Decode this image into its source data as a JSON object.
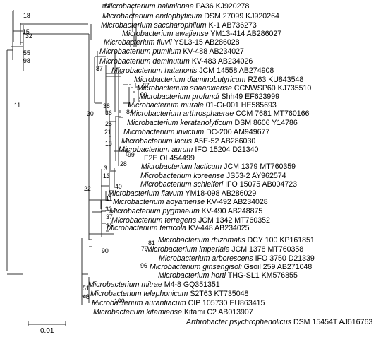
{
  "figure": {
    "type": "phylogenetic-tree",
    "scale_bar_label": "0.01"
  },
  "taxa": [
    {
      "genus": "Microbacterium",
      "species": "halimionae",
      "strain": "PA36 KJ920278"
    },
    {
      "genus": "Microbacterium",
      "species": "endophyticum",
      "strain": "DSM 27099 KJ920264"
    },
    {
      "genus": "Microbacterium",
      "species": "saccharophilum",
      "strain": "K-1 AB736273"
    },
    {
      "genus": "Microbacterium",
      "species": "awajiense",
      "strain": "YM13-414 AB286027"
    },
    {
      "genus": "Microbacterium",
      "species": "fluvii",
      "strain": "YSL3-15 AB286028"
    },
    {
      "genus": "Microbacterium",
      "species": "pumilum",
      "strain": "KV-488 AB234027"
    },
    {
      "genus": "Microbacterium",
      "species": "deminutum",
      "strain": "KV-483 AB234026"
    },
    {
      "genus": "Microbacterium",
      "species": "hatanonis",
      "strain": "JCM 14558 AB274908"
    },
    {
      "genus": "Microbacterium",
      "species": "diaminobutyricum",
      "strain": "RZ63 KU843548"
    },
    {
      "genus": "Microbacterium",
      "species": "shaanxiense",
      "strain": "CCNWSP60 KJ735510"
    },
    {
      "genus": "Microbacterium",
      "species": "profundi",
      "strain": "Shh49 EF623999"
    },
    {
      "genus": "Microbacterium",
      "species": "murale",
      "strain": "01-Gi-001 HE585693"
    },
    {
      "genus": "Microbacterium",
      "species": "arthrosphaerae",
      "strain": "CCM 7681 MT760166"
    },
    {
      "genus": "Microbacterium",
      "species": "keratanolyticum",
      "strain": "DSM 8606 Y14786"
    },
    {
      "genus": "Microbacterium",
      "species": "invictum",
      "strain": "DC-200 AM949677"
    },
    {
      "genus": "Microbacterium",
      "species": "lacus",
      "strain": "A5E-52 AB286030"
    },
    {
      "genus": "Microbacterium",
      "species": "aurum",
      "strain": "IFO 15204 D21340"
    },
    {
      "genus": "",
      "species": "",
      "strain": "F2E OL454499"
    },
    {
      "genus": "Microbacterium",
      "species": "lacticum",
      "strain": "JCM 1379 MT760359"
    },
    {
      "genus": "Microbacterium",
      "species": "koreense",
      "strain": "JS53-2 AY962574"
    },
    {
      "genus": "Microbacterium",
      "species": "schleiferi",
      "strain": "IFO 15075 AB004723"
    },
    {
      "genus": "Microbacterium",
      "species": "flavum",
      "strain": "YM18-098 AB286029"
    },
    {
      "genus": "Microbacterium",
      "species": "aoyamense",
      "strain": "KV-492 AB234028"
    },
    {
      "genus": "Microbacterium",
      "species": "pygmaeum",
      "strain": "KV-490 AB248875"
    },
    {
      "genus": "Microbacterium",
      "species": "terregens",
      "strain": "JCM 1342 MT760352"
    },
    {
      "genus": "Microbacterium",
      "species": "terricola",
      "strain": "KV-448 AB234025"
    },
    {
      "genus": "Microbacterium",
      "species": "rhizomatis",
      "strain": "DCY 100 KP161851"
    },
    {
      "genus": "Microbacterium",
      "species": "imperiale",
      "strain": "JCM 1378 MT760358"
    },
    {
      "genus": "Microbacterium",
      "species": "arborescens",
      "strain": "IFO 3750 D21339"
    },
    {
      "genus": "Microbacterium",
      "species": "ginsengisoli",
      "strain": "Gsoil 259 AB271048"
    },
    {
      "genus": "Microbacterium",
      "species": "horti",
      "strain": "THG-SL1 KM576855"
    },
    {
      "genus": "Microbacterium",
      "species": "mitrae",
      "strain": "M4-8 GQ351351"
    },
    {
      "genus": "Microbacterium",
      "species": "telephonicum",
      "strain": "S2T63 KT735048"
    },
    {
      "genus": "Microbacterium",
      "species": "aurantiacum",
      "strain": "CIP 105730 EU863415"
    },
    {
      "genus": "Microbacterium",
      "species": "kitamiense",
      "strain": "Kitami C2 AB013907"
    },
    {
      "genus": "Arthrobacter",
      "species": "psychrophenolicus",
      "strain": "DSM 15454T AJ616763"
    }
  ],
  "bootstrap_values": [
    "89",
    "18",
    "15",
    "32",
    "55",
    "98",
    "11",
    "87",
    "87",
    "99",
    "38",
    "84",
    "36",
    "25",
    "21",
    "18",
    "30",
    "99",
    "28",
    "3",
    "13",
    "40",
    "22",
    "11",
    "30",
    "37",
    "55",
    "90",
    "81",
    "79",
    "96",
    "51",
    "48",
    "100"
  ]
}
